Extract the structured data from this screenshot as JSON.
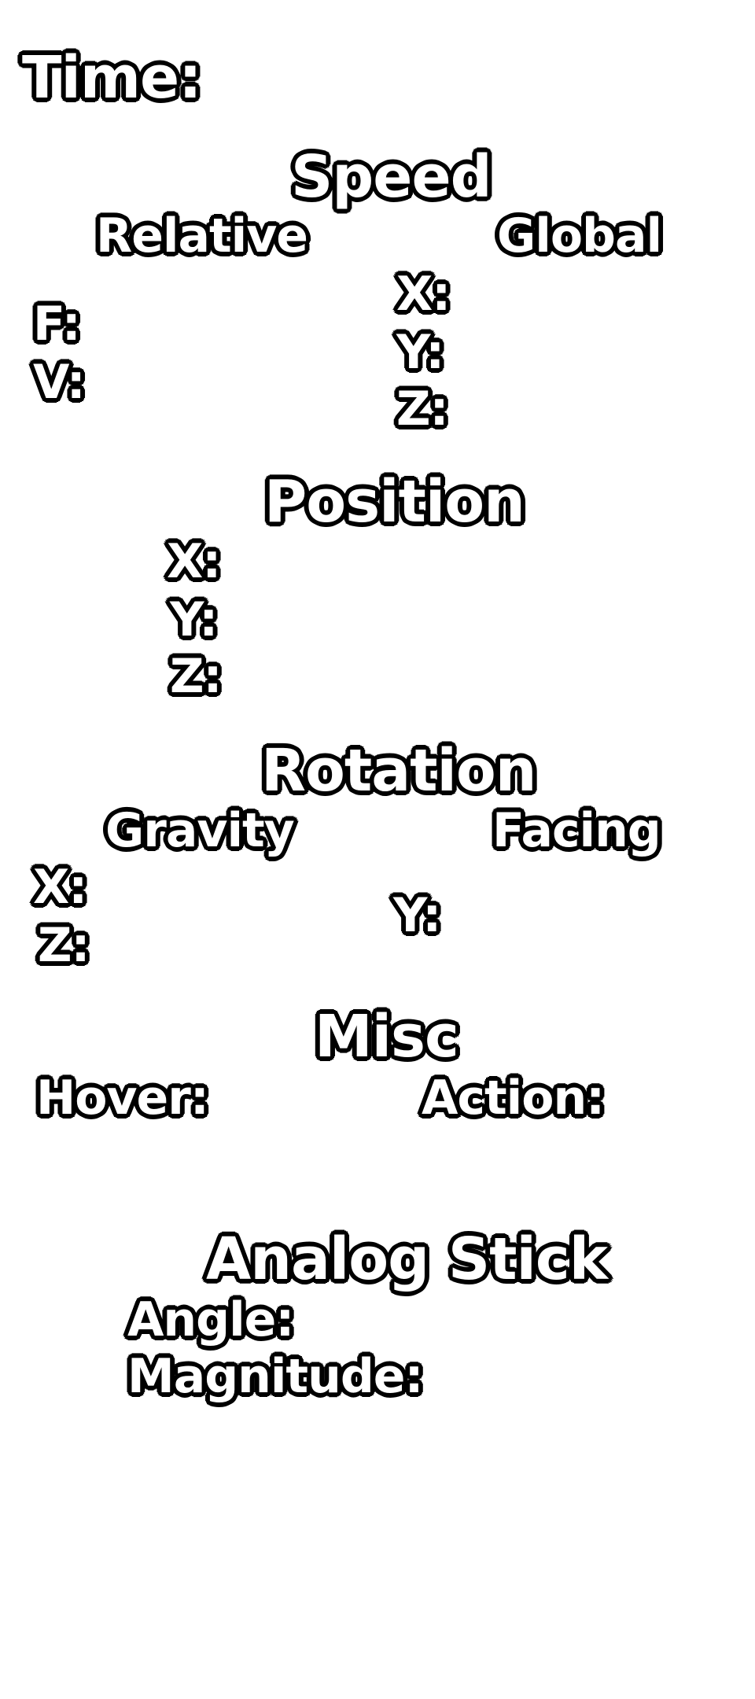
{
  "time": {
    "label": "Time:"
  },
  "speed": {
    "heading": "Speed",
    "relative": {
      "heading": "Relative",
      "f_label": "F:",
      "v_label": "V:"
    },
    "global": {
      "heading": "Global",
      "x_label": "X:",
      "y_label": "Y:",
      "z_label": "Z:"
    }
  },
  "position": {
    "heading": "Position",
    "x_label": "X:",
    "y_label": "Y:",
    "z_label": "Z:"
  },
  "rotation": {
    "heading": "Rotation",
    "gravity": {
      "heading": "Gravity",
      "x_label": "X:",
      "z_label": "Z:"
    },
    "facing": {
      "heading": "Facing",
      "y_label": "Y:"
    }
  },
  "misc": {
    "heading": "Misc",
    "hover_label": "Hover:",
    "action_label": "Action:"
  },
  "analog_stick": {
    "heading": "Analog Stick",
    "angle_label": "Angle:",
    "magnitude_label": "Magnitude:"
  }
}
